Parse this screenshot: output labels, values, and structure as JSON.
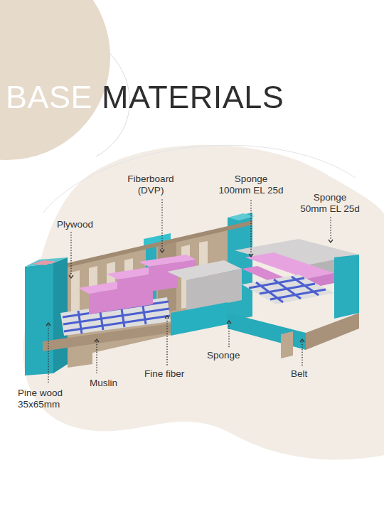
{
  "diagram": {
    "title": "BASE MATERIALS",
    "labels": [
      "Fiberboard (DVP)",
      "Sponge 100mm EL 25d",
      "Sponge 50mm EL 25d",
      "Plywood",
      "Sponge",
      "Fine fiber",
      "Belt",
      "Muslin",
      "Pine wood 35x65mm"
    ]
  }
}
